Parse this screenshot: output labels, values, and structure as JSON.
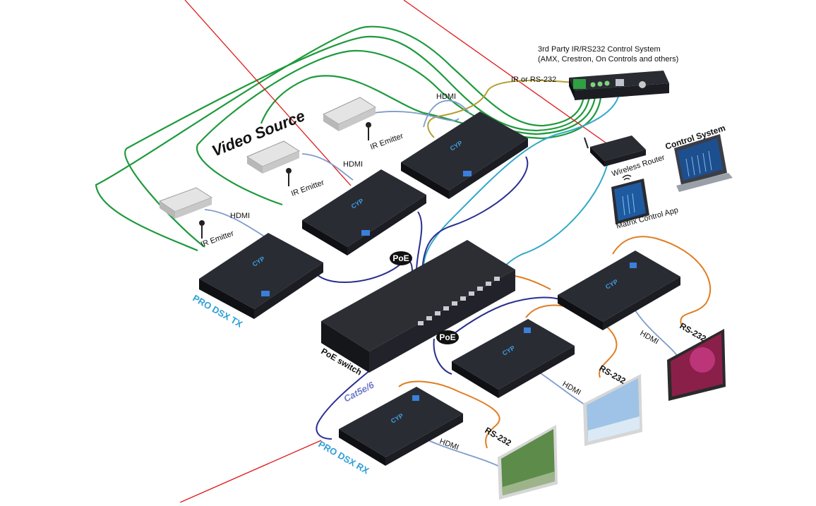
{
  "labels": {
    "control_system_title_line1": "3rd Party IR/RS232 Control System",
    "control_system_title_line2": "(AMX, Crestron, On Controls and others)",
    "ir_rs232": "IR or RS-232",
    "video_source": "Video Source",
    "hdmi": "HDMI",
    "ir_emitter": "IR Emitter",
    "control_system": "Control System",
    "wireless_router": "Wireless Router",
    "matrix_control_app": "Matrix Control App",
    "pro_dsx_tx": "PRO DSX TX",
    "pro_dsx_rx": "PRO DSX RX",
    "poe_switch": "PoE switch",
    "poe": "PoE",
    "cat5e6": "Cat5e/6",
    "rs232": "RS-232",
    "brand": "CYP",
    "device_model": "PRO DSX"
  },
  "colors": {
    "green_cable": "#1e9a3c",
    "blue_cable": "#2a2f8f",
    "cyan_cable": "#32a9c8",
    "orange_cable": "#e07d22",
    "olive_cable": "#b5a032",
    "hdmi_cable": "#7f9ccc",
    "annotation_red": "#e01818"
  }
}
